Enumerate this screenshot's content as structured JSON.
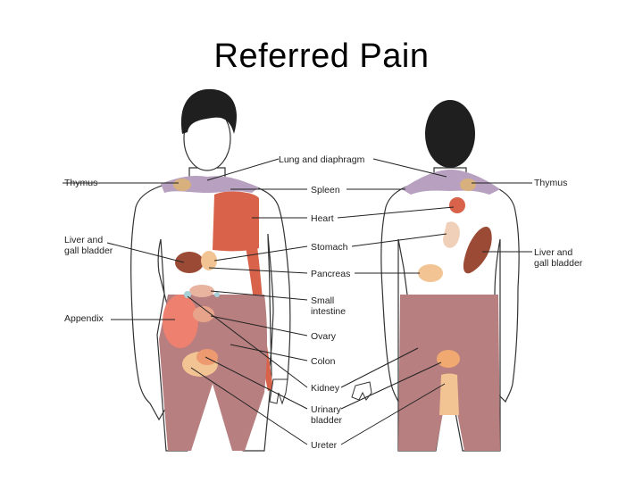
{
  "title": "Referred Pain",
  "labels": {
    "lung_and_diaphragm": "Lung and diaphragm",
    "spleen": "Spleen",
    "heart": "Heart",
    "stomach": "Stomach",
    "pancreas": "Pancreas",
    "small_intestine_1": "Small",
    "small_intestine_2": "intestine",
    "ovary": "Ovary",
    "colon": "Colon",
    "kidney": "Kidney",
    "urinary_bladder_1": "Urinary",
    "urinary_bladder_2": "bladder",
    "ureter": "Ureter",
    "thymus_left": "Thymus",
    "thymus_right": "Thymus",
    "liver_gb_left_1": "Liver and",
    "liver_gb_left_2": "gall bladder",
    "liver_gb_right_1": "Liver and",
    "liver_gb_right_2": "gall bladder",
    "appendix": "Appendix"
  },
  "colors": {
    "lung": "#b7a0c0",
    "abdomen": "#b77f7f",
    "heart": "#d9634a",
    "liver": "#9a4a35",
    "thymus": "#d7b07e",
    "pancreas": "#f2c493",
    "appendix": "#ee8070",
    "bladder": "#f0a970",
    "hair": "#1f1f1f"
  }
}
